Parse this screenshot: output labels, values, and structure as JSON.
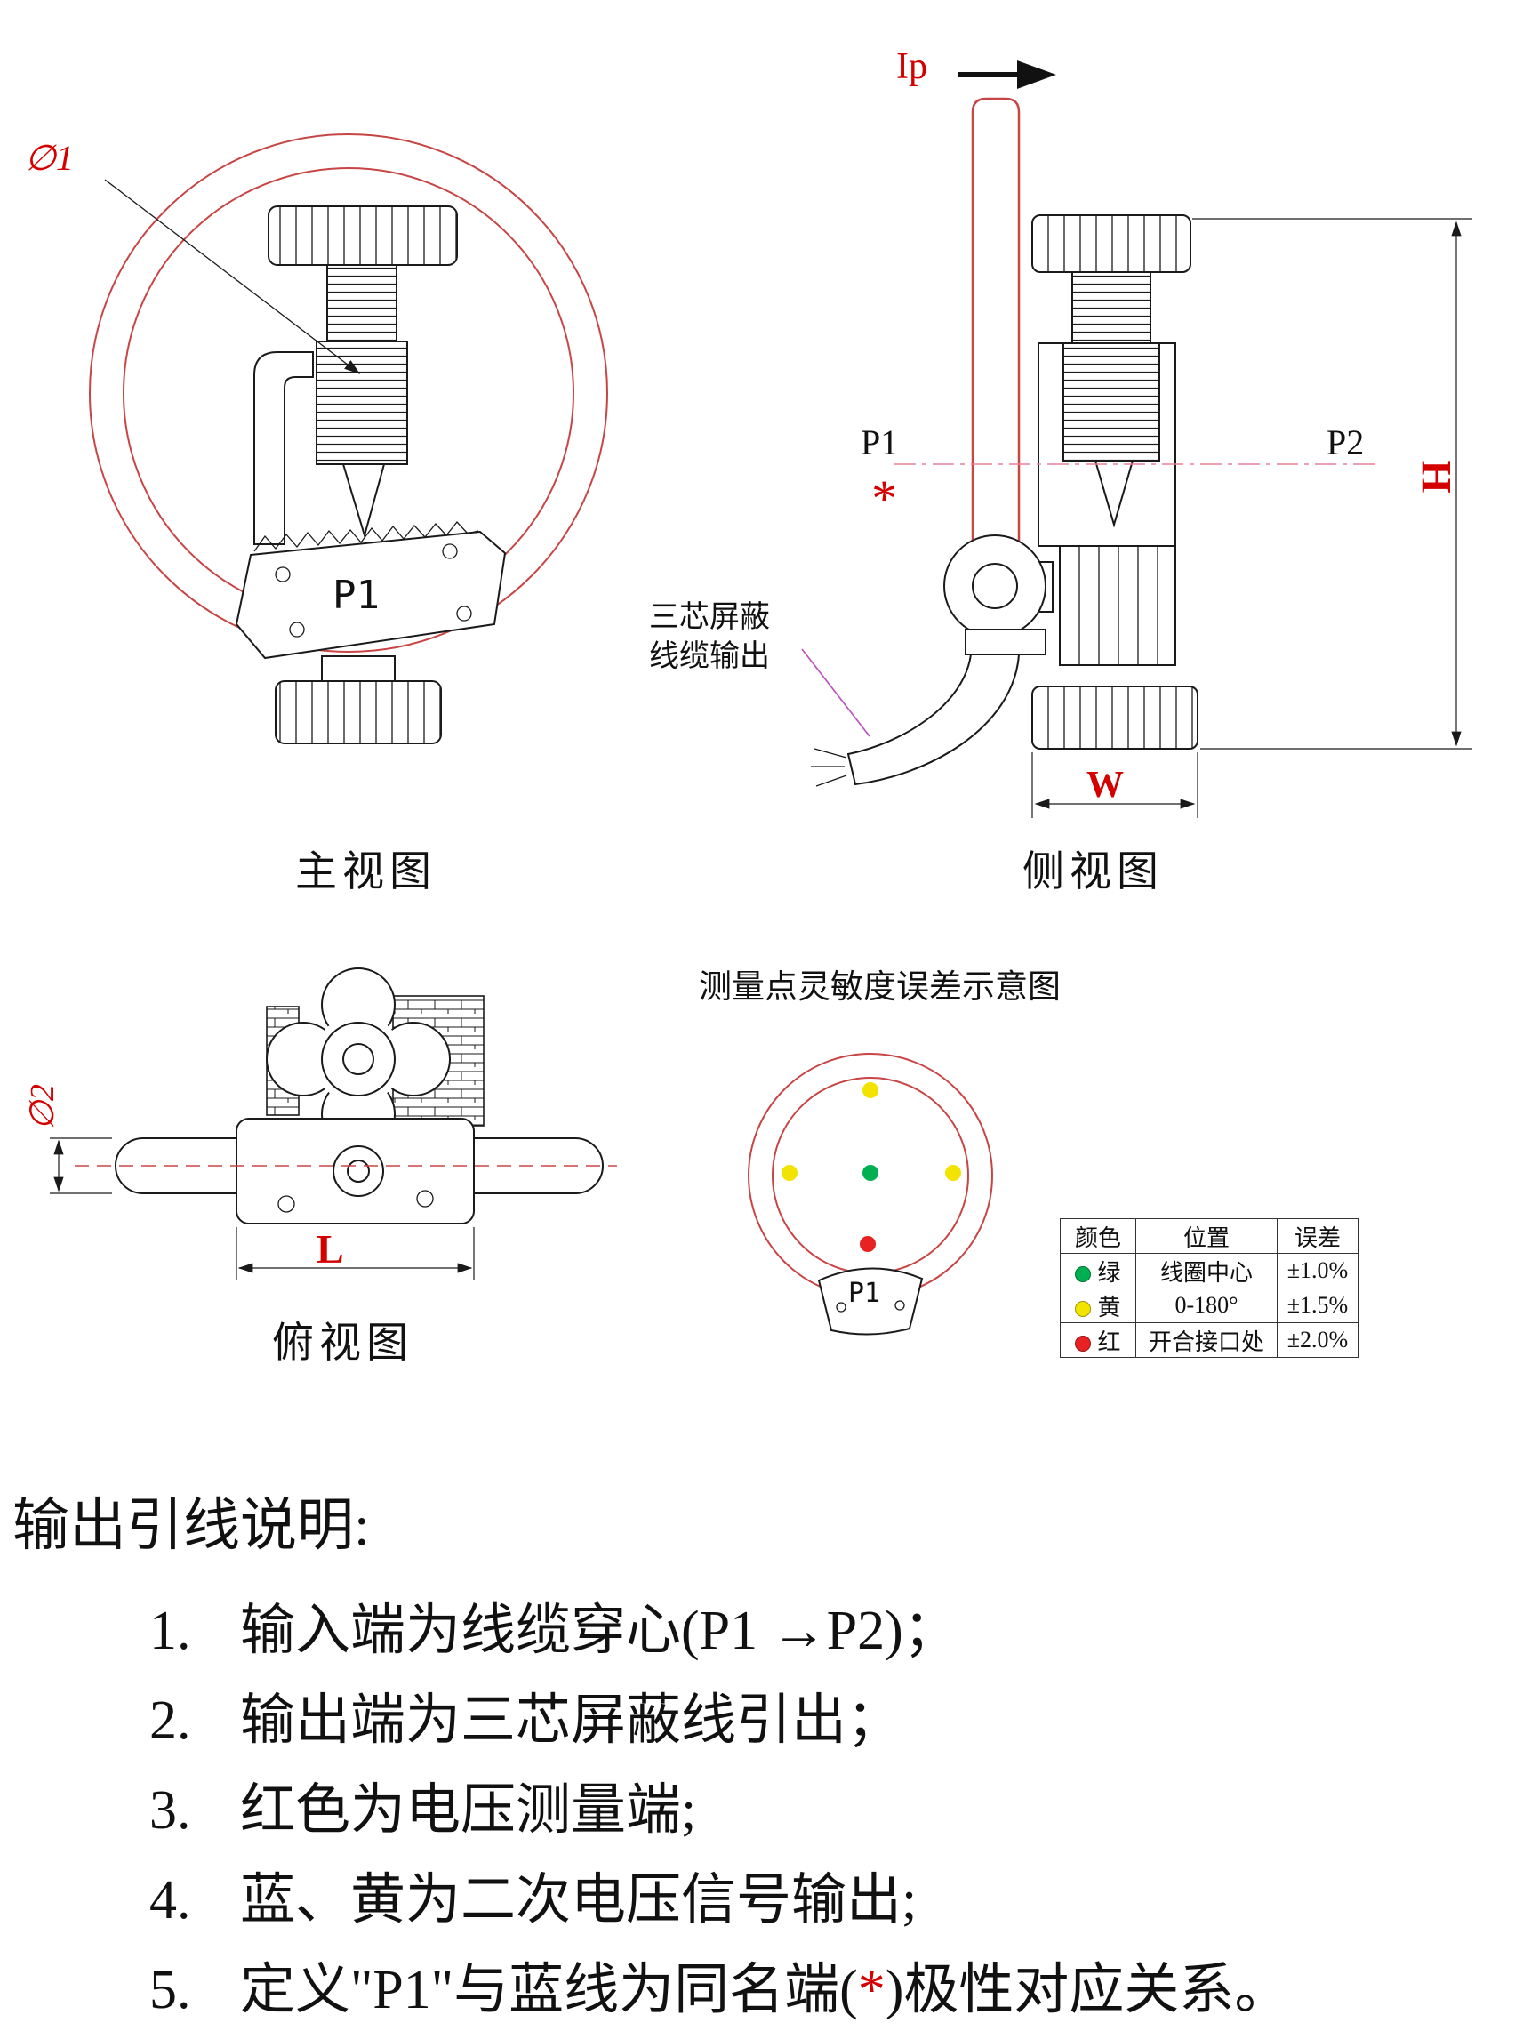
{
  "colors": {
    "red": "#d40000",
    "drawred": "#c84545",
    "magenta": "#bb55bb",
    "pink": "#e58098",
    "green_dot": "#00b050",
    "yellow_dot": "#f2e400",
    "red_dot": "#e82222"
  },
  "front_view": {
    "caption": "主视图",
    "dia_label": "∅1",
    "p1_label": "P1"
  },
  "side_view": {
    "caption": "侧视图",
    "ip_label": "Ip",
    "p1_label": "P1",
    "p2_label": "P2",
    "polarity_mark": "*",
    "height_label": "H",
    "width_label": "W",
    "cable_note_line1": "三芯屏蔽",
    "cable_note_line2": "线缆输出"
  },
  "top_view": {
    "caption": "俯视图",
    "dia_label": "∅2",
    "length_label": "L"
  },
  "sensitivity": {
    "title": "测量点灵敏度误差示意图",
    "clamp_label": "P1",
    "table": {
      "headers": [
        "颜色",
        "位置",
        "误差"
      ],
      "rows": [
        {
          "color_name": "绿",
          "color": "#00b050",
          "position": "线圈中心",
          "error": "±1.0%"
        },
        {
          "color_name": "黄",
          "color": "#f2e400",
          "position": "0-180°",
          "error": "±1.5%"
        },
        {
          "color_name": "红",
          "color": "#e82222",
          "position": "开合接口处",
          "error": "±2.0%"
        }
      ]
    }
  },
  "notes": {
    "title": "输出引线说明:",
    "items": [
      {
        "num": "1.",
        "text": "输入端为线缆穿心(P1 →P2)；"
      },
      {
        "num": "2.",
        "text": "输出端为三芯屏蔽线引出；"
      },
      {
        "num": "3.",
        "text": "红色为电压测量端;"
      },
      {
        "num": "4.",
        "text": "蓝、黄为二次电压信号输出;"
      },
      {
        "num": "5.",
        "pre": "定义\"P1\"与蓝线为同名端(",
        "star": "*",
        "post": ")极性对应关系。"
      }
    ]
  }
}
